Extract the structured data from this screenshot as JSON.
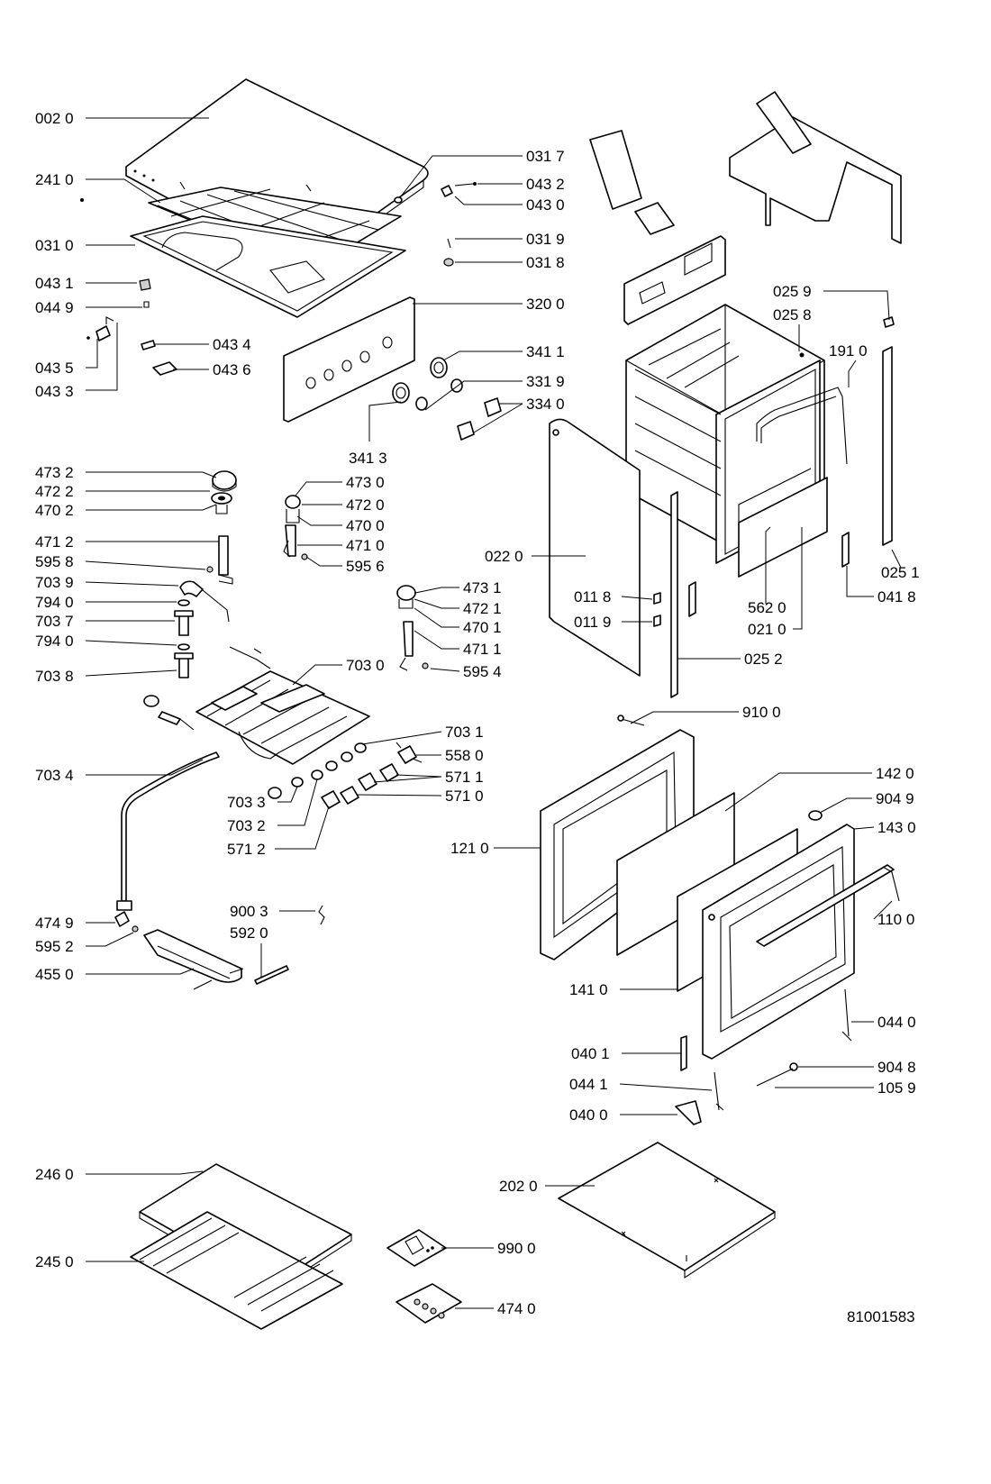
{
  "drawing_number": "81001583",
  "labels": {
    "p0020": "002 0",
    "p2410": "241 0",
    "p0310": "031 0",
    "p0431": "043 1",
    "p0449": "044 9",
    "p0434": "043 4",
    "p0435": "043 5",
    "p0433": "043 3",
    "p0436": "043 6",
    "p0317": "031 7",
    "p0432": "043 2",
    "p0430": "043 0",
    "p0319": "031 9",
    "p0318": "031 8",
    "p3200": "320 0",
    "p3411": "341 1",
    "p3319": "331 9",
    "p3340": "334 0",
    "p3413": "341 3",
    "p4732": "473 2",
    "p4722": "472 2",
    "p4702": "470 2",
    "p4712": "471 2",
    "p5958": "595 8",
    "p7039": "703 9",
    "p7940a": "794 0",
    "p7037": "703 7",
    "p7940b": "794 0",
    "p7038": "703 8",
    "p4730": "473 0",
    "p4720": "472 0",
    "p4700": "470 0",
    "p4710": "471 0",
    "p5956": "595 6",
    "p4731": "473 1",
    "p4721": "472 1",
    "p4701": "470 1",
    "p4711": "471 1",
    "p5954": "595 4",
    "p7030": "703 0",
    "p7031": "703 1",
    "p5580": "558 0",
    "p5711": "571 1",
    "p5710": "571 0",
    "p7034": "703 4",
    "p7033": "703 3",
    "p7032": "703 2",
    "p5712": "571 2",
    "p4749": "474 9",
    "p5952": "595 2",
    "p4550": "455 0",
    "p9003": "900 3",
    "p5920": "592 0",
    "p2460": "246 0",
    "p2450": "245 0",
    "p9900": "990 0",
    "p4740": "474 0",
    "p0259": "025 9",
    "p0258": "025 8",
    "p1910": "191 0",
    "p0220": "022 0",
    "p0251": "025 1",
    "p0118": "011 8",
    "p0119": "011 9",
    "p5620": "562 0",
    "p0418": "041 8",
    "p0210": "021 0",
    "p0252": "025 2",
    "p9100": "910 0",
    "p1420": "142 0",
    "p9049": "904 9",
    "p1430": "143 0",
    "p1210": "121 0",
    "p1100": "110 0",
    "p1410": "141 0",
    "p0440": "044 0",
    "p0401": "040 1",
    "p9048": "904 8",
    "p0441": "044 1",
    "p1059": "105 9",
    "p0400": "040 0",
    "p2020": "202 0"
  }
}
